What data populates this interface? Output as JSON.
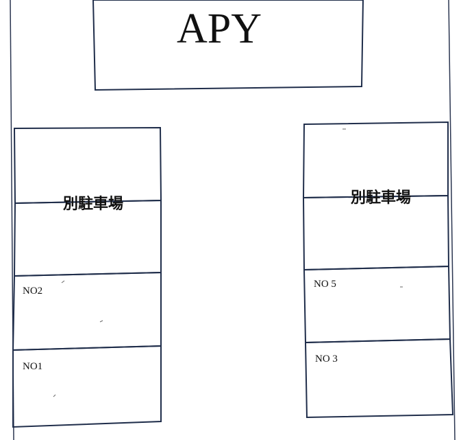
{
  "building": {
    "label": "APY"
  },
  "left_column": {
    "overflow_label": "別駐車場",
    "spaces": [
      {
        "label": "NO2"
      },
      {
        "label": "NO1"
      }
    ]
  },
  "right_column": {
    "overflow_label": "別駐車場",
    "spaces": [
      {
        "label": "NO 5"
      },
      {
        "label": "NO 3"
      }
    ]
  },
  "colors": {
    "line": "#1f2d4a",
    "text": "#111111",
    "background": "#ffffff"
  }
}
